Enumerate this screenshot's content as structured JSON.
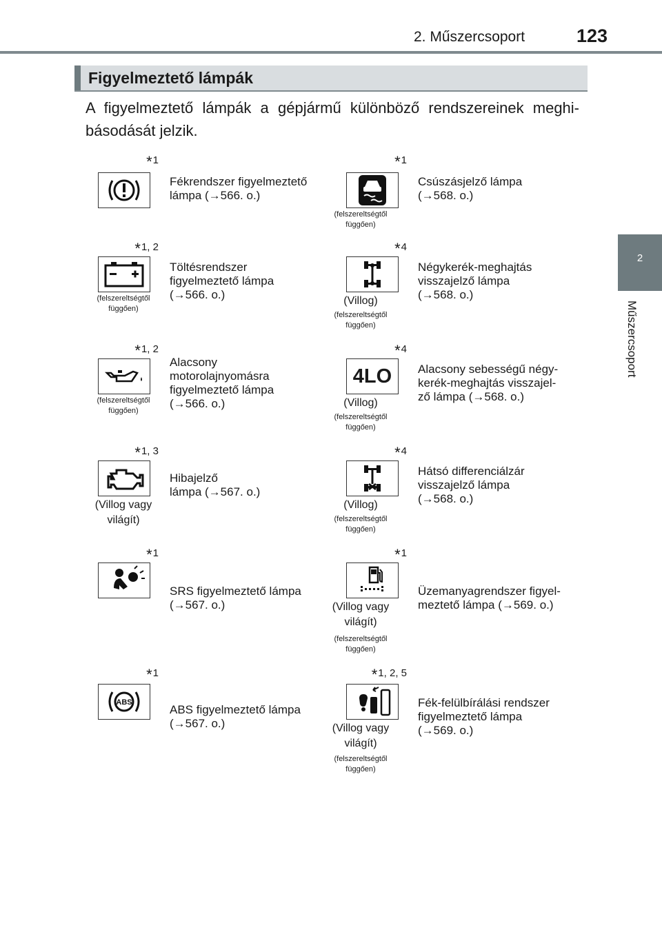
{
  "header": {
    "chapter": "2. Műszercsoport",
    "page_number": "123"
  },
  "side": {
    "tab": "2",
    "label": "Műszercsoport"
  },
  "section": {
    "title": "Figyelmeztető lámpák"
  },
  "intro": "A figyelmeztető lámpák a gépjármű különböző rendszereinek meghibásodását jelzik.",
  "intro_lines": [
    "A figyelmeztető lámpák a gépjármű különböző rendszereinek meghi-",
    "básodását jelzik."
  ],
  "lamps": [
    {
      "star": "1",
      "icon": "brake-warning-icon",
      "blink": "",
      "note": "",
      "desc": [
        "Fékrendszer figyelmeztető",
        "lámpa (→566. o.)"
      ]
    },
    {
      "star": "1",
      "icon": "slip-indicator-icon",
      "blink": "",
      "note": "(felszereltségtől függően)",
      "desc": [
        "Csúszásjelző lámpa",
        "(→568. o.)"
      ]
    },
    {
      "star": "1, 2",
      "icon": "battery-charging-icon",
      "blink": "",
      "note": "(felszereltségtől függően)",
      "desc": [
        "Töltésrendszer",
        "figyelmeztető lámpa",
        "(→566. o.)"
      ]
    },
    {
      "star": "4",
      "icon": "four-wheel-drive-icon",
      "blink": "(Villog)",
      "note": "(felszereltségtől függően)",
      "desc": [
        "Négykerék-meghajtás",
        "visszajelző lámpa",
        "(→568. o.)"
      ]
    },
    {
      "star": "1, 2",
      "icon": "oil-pressure-icon",
      "blink": "",
      "note": "(felszereltségtől függően)",
      "desc": [
        "Alacsony",
        "motorolajnyomásra",
        "figyelmeztető lámpa",
        "(→566. o.)"
      ]
    },
    {
      "star": "4",
      "icon": "four-lo-icon",
      "icon_text": "4LO",
      "blink": "(Villog)",
      "note": "(felszereltségtől függően)",
      "desc": [
        "Alacsony sebességű négy-",
        "kerék-meghajtás visszajel-",
        "ző lámpa (→568. o.)"
      ]
    },
    {
      "star": "1, 3",
      "icon": "check-engine-icon",
      "blink": "(Villog vagy világít)",
      "note": "",
      "desc": [
        "Hibajelző",
        "lámpa (→567. o.)"
      ]
    },
    {
      "star": "4",
      "icon": "rear-diff-lock-icon",
      "blink": "(Villog)",
      "note": "(felszereltségtől függően)",
      "desc": [
        "Hátsó differenciálzár",
        "visszajelző lámpa",
        "(→568. o.)"
      ]
    },
    {
      "star": "1",
      "icon": "srs-airbag-icon",
      "blink": "",
      "note": "",
      "desc": [
        "SRS figyelmeztető lámpa",
        "(→567. o.)"
      ]
    },
    {
      "star": "1",
      "icon": "fuel-system-icon",
      "blink": "(Villog vagy világít)",
      "note": "(felszereltségtől függően)",
      "desc": [
        "Üzemanyagrendszer figyel-",
        "meztető lámpa (→569. o.)"
      ]
    },
    {
      "star": "1",
      "icon": "abs-warning-icon",
      "icon_text": "ABS",
      "blink": "",
      "note": "",
      "desc": [
        "ABS figyelmeztető lámpa",
        "(→567. o.)"
      ]
    },
    {
      "star": "1, 2, 5",
      "icon": "brake-override-icon",
      "blink": "(Villog vagy világít)",
      "note": "(felszereltségtől függően)",
      "desc": [
        "Fék-felülbírálási rendszer",
        "figyelmeztető lámpa",
        "(→569. o.)"
      ]
    }
  ]
}
